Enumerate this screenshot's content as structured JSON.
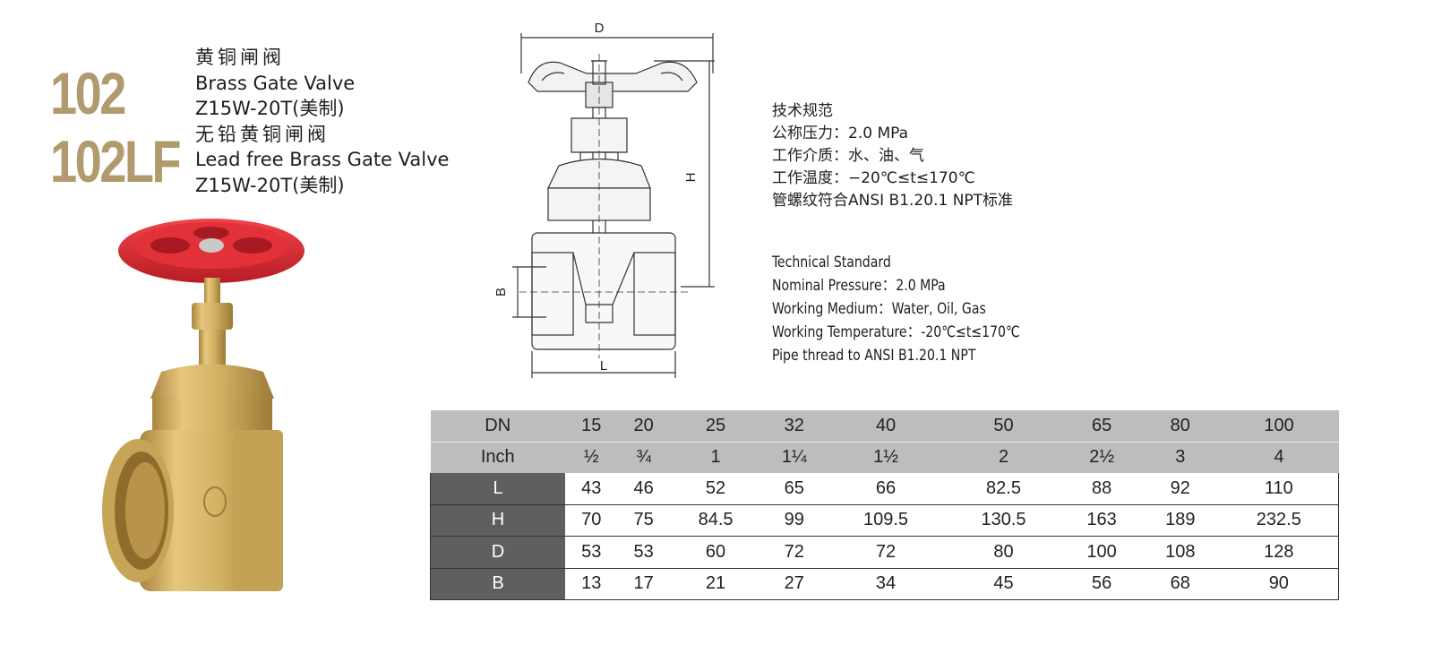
{
  "header": {
    "model_1": "102",
    "model_2": "102LF",
    "cn_name_1": "黄铜闸阀",
    "en_name_1": "Brass Gate Valve",
    "code_1": "Z15W-20T(美制)",
    "cn_name_2": "无铅黄铜闸阀",
    "en_name_2": "Lead free Brass Gate Valve",
    "code_2": "Z15W-20T(美制)"
  },
  "drawing": {
    "label_d": "D",
    "label_h": "H",
    "label_b": "B",
    "label_l": "L"
  },
  "specs_cn": {
    "title": "技术规范",
    "pressure": "公称压力：2.0 MPa",
    "medium": "工作介质：水、油、气",
    "temperature": "工作温度：−20℃≤t≤170℃",
    "thread": "管螺纹符合ANSI B1.20.1 NPT标准"
  },
  "specs_en": {
    "title": "Technical Standard",
    "pressure": "Nominal Pressure：2.0 MPa",
    "medium": "Working Medium：Water, Oil, Gas",
    "temperature": "Working Temperature：-20℃≤t≤170℃",
    "thread": "Pipe thread to ANSI B1.20.1 NPT"
  },
  "table": {
    "header_dn": "DN",
    "header_inch": "Inch",
    "dn": [
      "15",
      "20",
      "25",
      "32",
      "40",
      "50",
      "65",
      "80",
      "100"
    ],
    "inch": [
      "½",
      "¾",
      "1",
      "1¼",
      "1½",
      "2",
      "2½",
      "3",
      "4"
    ],
    "rows": [
      {
        "label": "L",
        "values": [
          "43",
          "46",
          "52",
          "65",
          "66",
          "82.5",
          "88",
          "92",
          "110"
        ]
      },
      {
        "label": "H",
        "values": [
          "70",
          "75",
          "84.5",
          "99",
          "109.5",
          "130.5",
          "163",
          "189",
          "232.5"
        ]
      },
      {
        "label": "D",
        "values": [
          "53",
          "53",
          "60",
          "72",
          "72",
          "80",
          "100",
          "108",
          "128"
        ]
      },
      {
        "label": "B",
        "values": [
          "13",
          "17",
          "21",
          "27",
          "34",
          "45",
          "56",
          "68",
          "90"
        ]
      }
    ]
  },
  "colors": {
    "model_text": "#b19a6d",
    "handwheel": "#d8262e",
    "brass": "#d2b263",
    "table_header": "#bdbdbd",
    "row_label": "#5f5f5f"
  }
}
